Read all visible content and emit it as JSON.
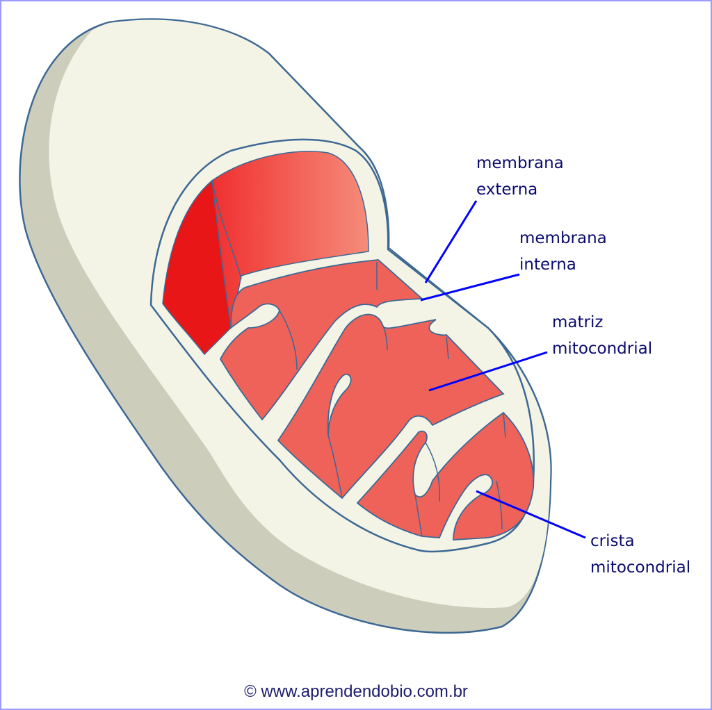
{
  "labels": {
    "outer_membrane": [
      "membrana",
      "externa"
    ],
    "inner_membrane": [
      "membrana",
      "interna"
    ],
    "matrix": [
      "matriz",
      "mitocondrial"
    ],
    "crista": [
      "crista",
      "mitocondrial"
    ]
  },
  "credit": "© www.aprendendobio.com.br",
  "colors": {
    "outer_face": "#f3f3e6",
    "outer_shadow": "#cdcdbc",
    "outline": "#3d6894",
    "matrix": "#ef6259",
    "red_dark": "#e81616",
    "red_light": "#f58c7a",
    "pointer": "#0000ff",
    "text": "#0b0b6e"
  }
}
